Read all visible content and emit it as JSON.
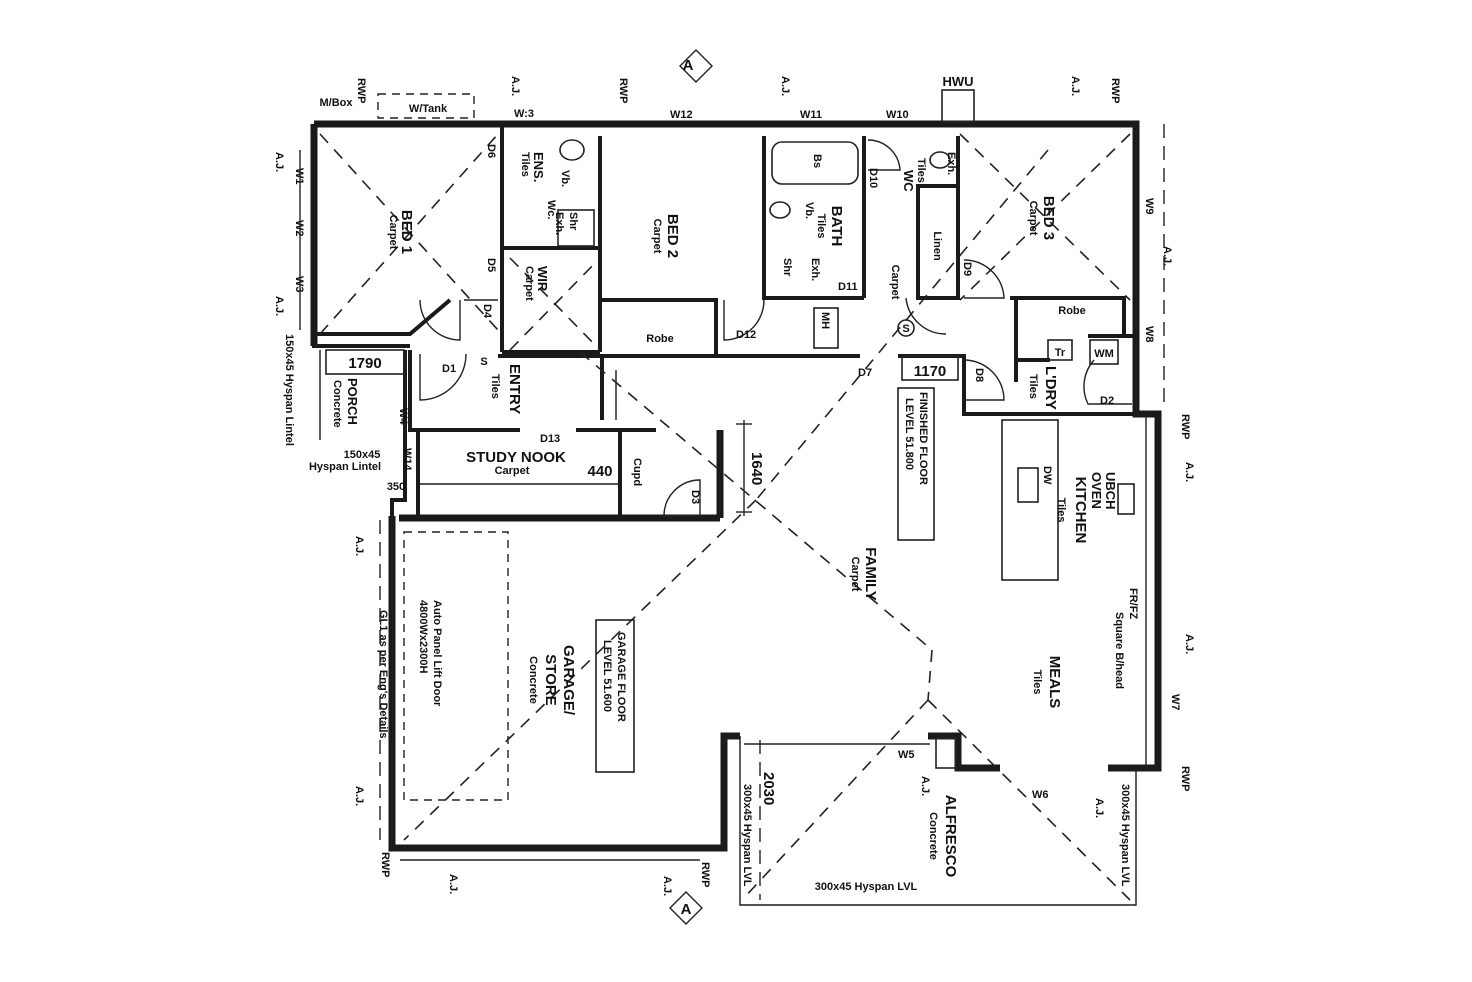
{
  "rooms": {
    "bed1": {
      "name": "BED 1",
      "floor": "Carpet"
    },
    "ens": {
      "name": "ENS.",
      "floor": "Tiles"
    },
    "wir": {
      "name": "WIR",
      "floor": "Carpet"
    },
    "bed2": {
      "name": "BED 2",
      "floor": "Carpet",
      "robe": "Robe"
    },
    "bath": {
      "name": "BATH",
      "floor": "Tiles"
    },
    "wc": {
      "name": "WC",
      "floor": "Tiles"
    },
    "bed3": {
      "name": "BED 3",
      "floor": "Carpet",
      "robe": "Robe"
    },
    "linen": "Linen",
    "hall_floor": "Carpet",
    "entry": {
      "name": "ENTRY",
      "floor": "Tiles"
    },
    "porch": {
      "name": "PORCH",
      "floor": "Concrete"
    },
    "study": {
      "name": "STUDY NOOK",
      "floor": "Carpet"
    },
    "cupd": "Cupd",
    "lindry": {
      "name": "L'DRY",
      "floor": "Tiles"
    },
    "kitchen": {
      "name": "KITCHEN",
      "floor": "Tiles",
      "dw": "DW",
      "ubch": "UBCH",
      "oven": "OVEN",
      "frfz": "FR/FZ"
    },
    "meals": {
      "name": "MEALS",
      "floor": "Tiles"
    },
    "family": {
      "name": "FAMILY",
      "floor": "Carpet"
    },
    "garage": {
      "name": "GARAGE/",
      "name2": "STORE",
      "floor": "Concrete"
    },
    "alfresco": {
      "name": "ALFRESCO",
      "floor": "Concrete"
    }
  },
  "fixtures": {
    "vb": "Vb.",
    "wc": "Wc.",
    "shr": "Shr",
    "exh": "Exh.",
    "bs": "Bs",
    "tr": "Tr",
    "wm": "WM",
    "mh": "MH",
    "s": "S",
    "hwu": "HWU",
    "wtank": "W/Tank",
    "mbox": "M/Box"
  },
  "labels": {
    "doors": [
      "D1",
      "D2",
      "D3",
      "D4",
      "D5",
      "D6",
      "D7",
      "D8",
      "D9",
      "D10",
      "D11",
      "D12",
      "D13"
    ],
    "windows": [
      "W1",
      "W2",
      "W3",
      "W:3",
      "W12",
      "W11",
      "W10",
      "W9",
      "W8",
      "W7",
      "W6",
      "W5",
      "W14",
      "W4",
      "GL1 as per Eng's Details"
    ],
    "dims": [
      "1790",
      "1170",
      "1640",
      "440",
      "350",
      "2030"
    ],
    "finished_floor": [
      "FINISHED FLOOR",
      "LEVEL 51.800"
    ],
    "garage_floor": [
      "GARAGE FLOOR",
      "LEVEL 51.600"
    ],
    "garage_door": [
      "Auto Panel Lift Door",
      "4800Wx2300H"
    ],
    "lintels": [
      "150x45",
      "Hyspan Lintel",
      "300x45 Hyspan LVL",
      "300x45 Hyspan LVL",
      "300x45 Hyspan LVL",
      "150x45 Hyspan Lintel",
      "Square B/head"
    ],
    "rwp": "RWP",
    "aj": "A.J.",
    "section": "A"
  }
}
